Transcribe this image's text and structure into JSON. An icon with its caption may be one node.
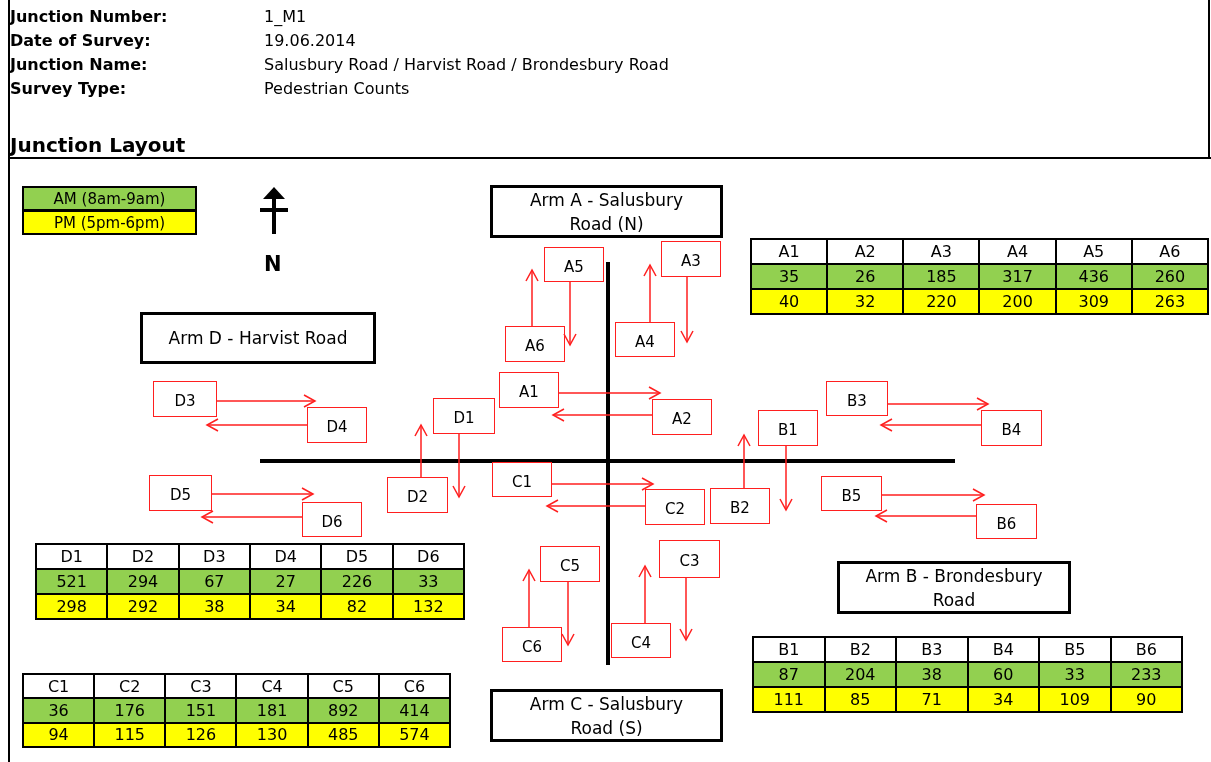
{
  "diagram": {
    "title": "Junction Layout",
    "nodes": [
      {
        "text": [
          "Arm A - Salusbury Road (N)"
        ]
      },
      {
        "text": [
          "A5"
        ]
      },
      {
        "text": [
          "A3"
        ]
      },
      {
        "text": [
          "A6"
        ]
      },
      {
        "text": [
          "A4"
        ]
      },
      {
        "text": [
          "Arm D - Harvist Road"
        ]
      },
      {
        "text": [
          "A1"
        ]
      },
      {
        "text": [
          "A2"
        ]
      },
      {
        "text": [
          "D3"
        ]
      },
      {
        "text": [
          "B3"
        ]
      },
      {
        "text": [
          "D1"
        ]
      },
      {
        "text": [
          "D4"
        ]
      },
      {
        "text": [
          "B1"
        ]
      },
      {
        "text": [
          "B4"
        ]
      },
      {
        "text": [
          "C1"
        ]
      },
      {
        "text": [
          "D5"
        ]
      },
      {
        "text": [
          "B5"
        ]
      },
      {
        "text": [
          "D2"
        ]
      },
      {
        "text": [
          "C2"
        ]
      },
      {
        "text": [
          "B2"
        ]
      },
      {
        "text": [
          "D6"
        ]
      },
      {
        "text": [
          "B6"
        ]
      },
      {
        "text": [
          "C5"
        ]
      },
      {
        "text": [
          "C3"
        ]
      },
      {
        "text": [
          "Arm B - Brondesbury Road"
        ]
      },
      {
        "text": [
          "C6"
        ]
      },
      {
        "text": [
          "C4"
        ]
      },
      {
        "text": [
          "Arm C - Salusbury Road (S)"
        ]
      }
    ],
    "edges": [
      {
        "from": 1,
        "to": 3,
        "arrow": "to"
      },
      {
        "from": 2,
        "to": 4,
        "arrow": "to"
      },
      {
        "from": 3,
        "to": 1,
        "arrow": "to"
      },
      {
        "from": 4,
        "to": 2,
        "arrow": "to"
      },
      {
        "from": 6,
        "to": 7,
        "arrow": "to"
      },
      {
        "from": 7,
        "to": 6,
        "arrow": "to"
      },
      {
        "from": 8,
        "to": 11,
        "arrow": "to"
      },
      {
        "from": 9,
        "to": 13,
        "arrow": "to"
      },
      {
        "from": 10,
        "to": 17,
        "arrow": "to"
      },
      {
        "from": 11,
        "to": 8,
        "arrow": "to"
      },
      {
        "from": 12,
        "to": 19,
        "arrow": "to"
      },
      {
        "from": 13,
        "to": 9,
        "arrow": "to"
      },
      {
        "from": 14,
        "to": 18,
        "arrow": "to"
      },
      {
        "from": 15,
        "to": 20,
        "arrow": "to"
      },
      {
        "from": 16,
        "to": 21,
        "arrow": "to"
      },
      {
        "from": 17,
        "to": 10,
        "arrow": "to"
      },
      {
        "from": 18,
        "to": 14,
        "arrow": "to"
      },
      {
        "from": 19,
        "to": 12,
        "arrow": "to"
      },
      {
        "from": 20,
        "to": 15,
        "arrow": "to"
      },
      {
        "from": 21,
        "to": 16,
        "arrow": "to"
      },
      {
        "from": 22,
        "to": 25,
        "arrow": "to"
      },
      {
        "from": 23,
        "to": 26,
        "arrow": "to"
      },
      {
        "from": 25,
        "to": 22,
        "arrow": "to"
      },
      {
        "from": 26,
        "to": 23,
        "arrow": "to"
      }
    ],
    "labels": [
      "Junction Number:",
      "1_M1",
      "Date of Survey:",
      "19.06.2014",
      "Junction Name:",
      "Salusbury Road / Harvist Road / Brondesbury Road",
      "Survey Type:",
      "Pedestrian Counts",
      "N",
      "A1",
      "A2",
      "A3",
      "A4",
      "A5",
      "A6",
      "35",
      "26",
      "185",
      "317",
      "436",
      "260",
      "40",
      "32",
      "220",
      "200",
      "309",
      "263",
      "D1",
      "D2",
      "D3",
      "D4",
      "D5",
      "D6",
      "521",
      "294",
      "67",
      "27",
      "226",
      "33",
      "298",
      "292",
      "38",
      "34",
      "82",
      "132",
      "B1",
      "B2",
      "B3",
      "B4",
      "B5",
      "B6",
      "87",
      "204",
      "38",
      "60",
      "33",
      "233",
      "111",
      "85",
      "71",
      "34",
      "109",
      "90",
      "C1",
      "C2",
      "C3",
      "C4",
      "C5",
      "C6",
      "36",
      "176",
      "151",
      "181",
      "892",
      "414",
      "94",
      "115",
      "126",
      "130",
      "485",
      "574"
    ],
    "legend": [
      {
        "text": "AM (8am-9am)",
        "color": "#92d050"
      },
      {
        "text": "PM (5pm-6pm)",
        "color": "#ffff00"
      }
    ]
  }
}
